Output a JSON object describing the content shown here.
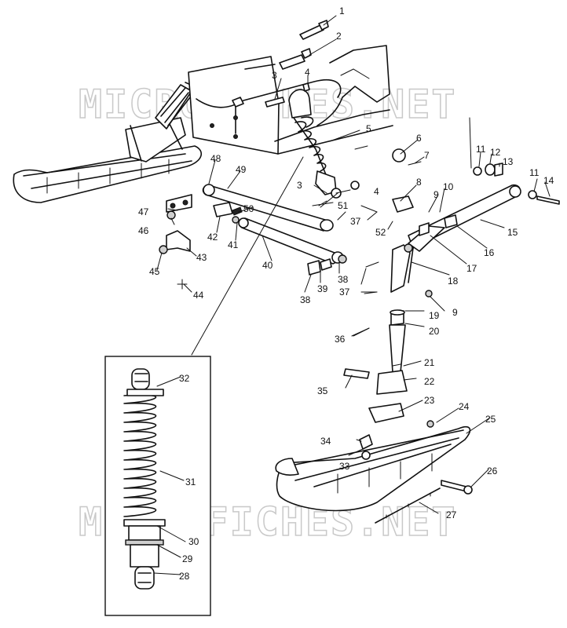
{
  "watermark": {
    "top_text": "MICROFICHES.NET",
    "bottom_text": "MICROFICHES.NET"
  },
  "callouts": [
    "1",
    "2",
    "3",
    "4",
    "5",
    "6",
    "7",
    "8",
    "9",
    "10",
    "11",
    "12",
    "13",
    "14",
    "15",
    "16",
    "17",
    "18",
    "9",
    "19",
    "20",
    "21",
    "22",
    "23",
    "24",
    "25",
    "26",
    "27",
    "28",
    "29",
    "30",
    "31",
    "32",
    "33",
    "34",
    "35",
    "36",
    "37",
    "37",
    "38",
    "38",
    "39",
    "40",
    "41",
    "42",
    "43",
    "44",
    "45",
    "46",
    "47",
    "48",
    "49",
    "50",
    "51",
    "52",
    "3",
    "4",
    "11"
  ]
}
